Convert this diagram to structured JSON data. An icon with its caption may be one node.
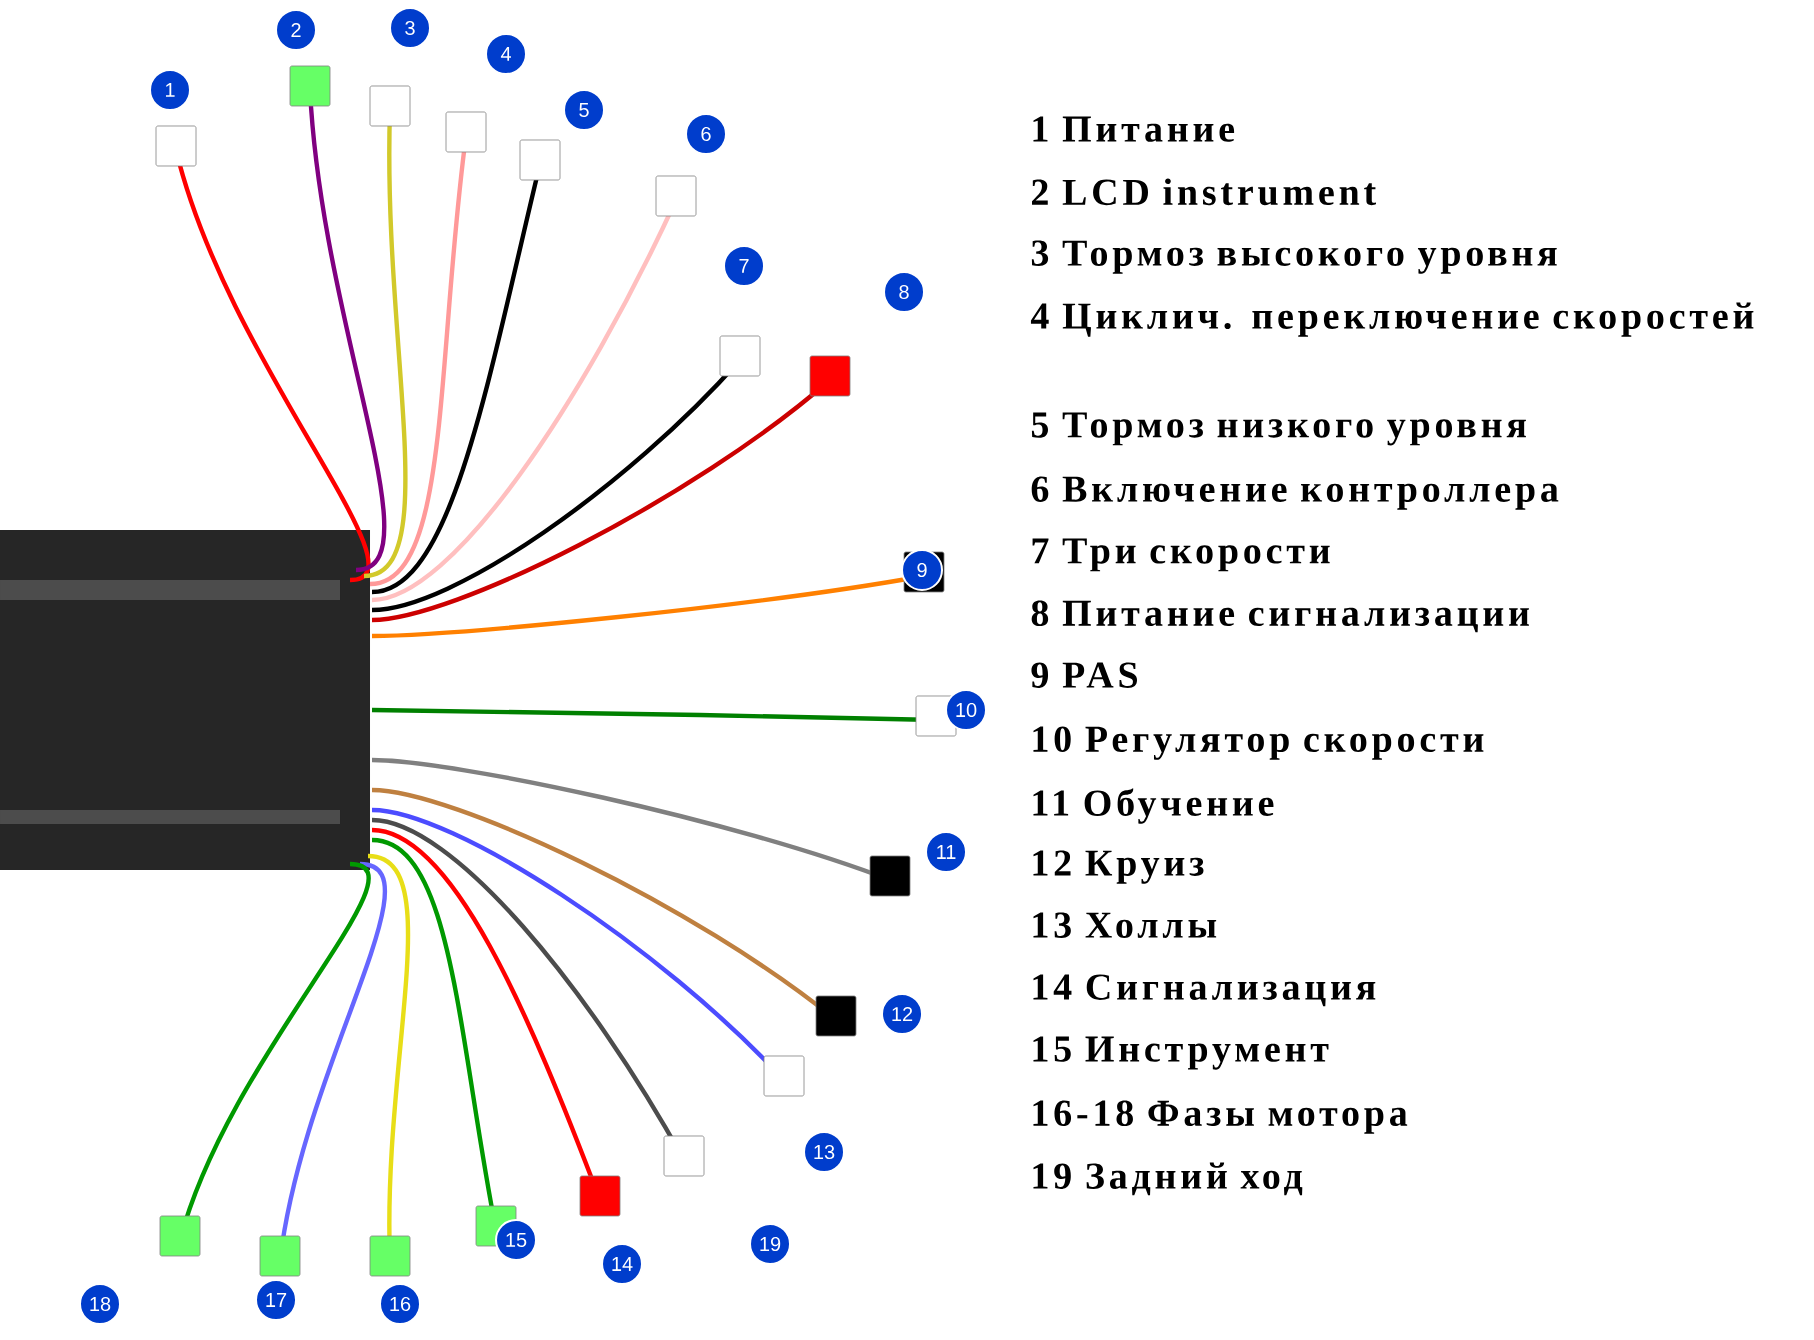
{
  "diagram": {
    "labels": [
      "1",
      "2",
      "3",
      "4",
      "5",
      "6",
      "7",
      "8",
      "9",
      "10",
      "11",
      "12",
      "13",
      "14",
      "15",
      "16",
      "17",
      "18",
      "19",
      "1 Питание",
      "2 LCD instrument",
      "3 Тормоз высокого уровня",
      "4 Циклич. переключение скоростей",
      "5 Тормоз низкого уровня",
      "6 Включение контроллера",
      "7 Три скорости",
      "8 Питание сигнализации",
      "9 PAS",
      "10 Регулятор скорости",
      "11 Обучение",
      "12 Круиз",
      "13 Холлы",
      "14 Сигнализация",
      "15 Инструмент",
      "16-18 Фазы мотора",
      "19 Задний ход"
    ]
  }
}
